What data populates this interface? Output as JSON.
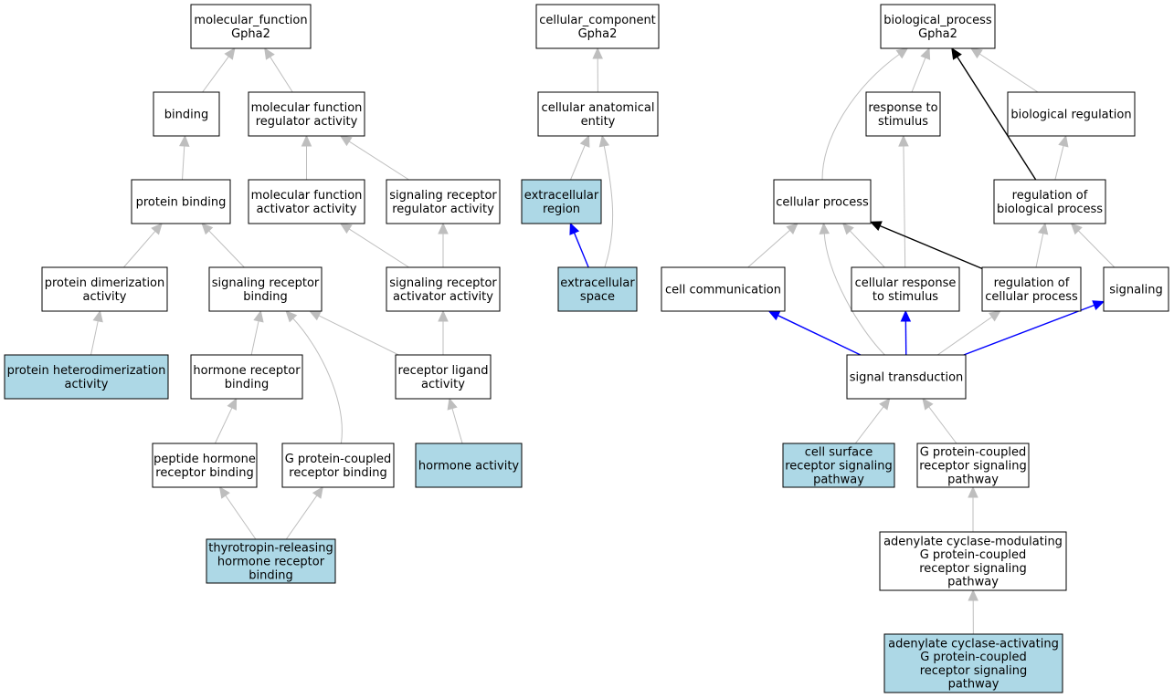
{
  "colors": {
    "background": "#ffffff",
    "node_default": "#ffffff",
    "node_annotated": "#add8e6",
    "edge_is_a": "#bebebe",
    "edge_part_of": "#0000ff",
    "edge_regulates": "#000000"
  },
  "nodes": {
    "mf_root": {
      "lines": [
        "molecular_function",
        "Gpha2"
      ],
      "annotated": false
    },
    "cc_root": {
      "lines": [
        "cellular_component",
        "Gpha2"
      ],
      "annotated": false
    },
    "bp_root": {
      "lines": [
        "biological_process",
        "Gpha2"
      ],
      "annotated": false
    },
    "binding": {
      "lines": [
        "binding"
      ],
      "annotated": false
    },
    "mf_regulator": {
      "lines": [
        "molecular function",
        "regulator activity"
      ],
      "annotated": false
    },
    "cell_anat": {
      "lines": [
        "cellular anatomical",
        "entity"
      ],
      "annotated": false
    },
    "resp_stim": {
      "lines": [
        "response to",
        "stimulus"
      ],
      "annotated": false
    },
    "bio_reg": {
      "lines": [
        "biological regulation"
      ],
      "annotated": false
    },
    "prot_binding": {
      "lines": [
        "protein binding"
      ],
      "annotated": false
    },
    "mf_activator": {
      "lines": [
        "molecular function",
        "activator activity"
      ],
      "annotated": false
    },
    "sig_rec_reg": {
      "lines": [
        "signaling receptor",
        "regulator activity"
      ],
      "annotated": false
    },
    "ec_region": {
      "lines": [
        "extracellular",
        "region"
      ],
      "annotated": true
    },
    "cell_proc": {
      "lines": [
        "cellular process"
      ],
      "annotated": false
    },
    "reg_bio": {
      "lines": [
        "regulation of",
        "biological process"
      ],
      "annotated": false
    },
    "prot_dimer": {
      "lines": [
        "protein dimerization",
        "activity"
      ],
      "annotated": false
    },
    "sig_rec_binding": {
      "lines": [
        "signaling receptor",
        "binding"
      ],
      "annotated": false
    },
    "sig_rec_act": {
      "lines": [
        "signaling receptor",
        "activator activity"
      ],
      "annotated": false
    },
    "ec_space": {
      "lines": [
        "extracellular",
        "space"
      ],
      "annotated": true
    },
    "cell_comm": {
      "lines": [
        "cell communication"
      ],
      "annotated": false
    },
    "cell_resp": {
      "lines": [
        "cellular response",
        "to stimulus"
      ],
      "annotated": false
    },
    "reg_cell": {
      "lines": [
        "regulation of",
        "cellular process"
      ],
      "annotated": false
    },
    "signaling": {
      "lines": [
        "signaling"
      ],
      "annotated": false
    },
    "prot_hetero": {
      "lines": [
        "protein heterodimerization",
        "activity"
      ],
      "annotated": true
    },
    "horm_rec_binding": {
      "lines": [
        "hormone receptor",
        "binding"
      ],
      "annotated": false
    },
    "rec_lig": {
      "lines": [
        "receptor ligand",
        "activity"
      ],
      "annotated": false
    },
    "sig_trans": {
      "lines": [
        "signal transduction"
      ],
      "annotated": false
    },
    "pep_horm": {
      "lines": [
        "peptide hormone",
        "receptor binding"
      ],
      "annotated": false
    },
    "gpcr_binding": {
      "lines": [
        "G protein-coupled",
        "receptor binding"
      ],
      "annotated": false
    },
    "horm_act": {
      "lines": [
        "hormone activity"
      ],
      "annotated": true
    },
    "cell_surf": {
      "lines": [
        "cell surface",
        "receptor signaling",
        "pathway"
      ],
      "annotated": true
    },
    "gpcr_path": {
      "lines": [
        "G protein-coupled",
        "receptor signaling",
        "pathway"
      ],
      "annotated": false
    },
    "trh_binding": {
      "lines": [
        "thyrotropin-releasing",
        "hormone receptor",
        "binding"
      ],
      "annotated": true
    },
    "adcy_mod": {
      "lines": [
        "adenylate cyclase-modulating",
        "G protein-coupled",
        "receptor signaling",
        "pathway"
      ],
      "annotated": false
    },
    "adcy_act": {
      "lines": [
        "adenylate cyclase-activating",
        "G protein-coupled",
        "receptor signaling",
        "pathway"
      ],
      "annotated": true
    }
  },
  "edges": [
    {
      "from": "binding",
      "to": "mf_root",
      "type": "is_a"
    },
    {
      "from": "mf_regulator",
      "to": "mf_root",
      "type": "is_a"
    },
    {
      "from": "prot_binding",
      "to": "binding",
      "type": "is_a"
    },
    {
      "from": "mf_activator",
      "to": "mf_regulator",
      "type": "is_a"
    },
    {
      "from": "sig_rec_reg",
      "to": "mf_regulator",
      "type": "is_a"
    },
    {
      "from": "prot_dimer",
      "to": "prot_binding",
      "type": "is_a"
    },
    {
      "from": "sig_rec_binding",
      "to": "prot_binding",
      "type": "is_a"
    },
    {
      "from": "sig_rec_act",
      "to": "mf_activator",
      "type": "is_a"
    },
    {
      "from": "sig_rec_act",
      "to": "sig_rec_reg",
      "type": "is_a"
    },
    {
      "from": "prot_hetero",
      "to": "prot_dimer",
      "type": "is_a"
    },
    {
      "from": "horm_rec_binding",
      "to": "sig_rec_binding",
      "type": "is_a"
    },
    {
      "from": "gpcr_binding",
      "to": "sig_rec_binding",
      "type": "is_a"
    },
    {
      "from": "rec_lig",
      "to": "sig_rec_binding",
      "type": "is_a"
    },
    {
      "from": "rec_lig",
      "to": "sig_rec_act",
      "type": "is_a"
    },
    {
      "from": "pep_horm",
      "to": "horm_rec_binding",
      "type": "is_a"
    },
    {
      "from": "horm_act",
      "to": "rec_lig",
      "type": "is_a"
    },
    {
      "from": "trh_binding",
      "to": "pep_horm",
      "type": "is_a"
    },
    {
      "from": "trh_binding",
      "to": "gpcr_binding",
      "type": "is_a"
    },
    {
      "from": "cell_anat",
      "to": "cc_root",
      "type": "is_a"
    },
    {
      "from": "ec_region",
      "to": "cell_anat",
      "type": "is_a"
    },
    {
      "from": "ec_space",
      "to": "cell_anat",
      "type": "is_a"
    },
    {
      "from": "ec_space",
      "to": "ec_region",
      "type": "part_of"
    },
    {
      "from": "cell_proc",
      "to": "bp_root",
      "type": "is_a"
    },
    {
      "from": "resp_stim",
      "to": "bp_root",
      "type": "is_a"
    },
    {
      "from": "bio_reg",
      "to": "bp_root",
      "type": "is_a"
    },
    {
      "from": "reg_bio",
      "to": "bp_root",
      "type": "regulates"
    },
    {
      "from": "reg_bio",
      "to": "bio_reg",
      "type": "is_a"
    },
    {
      "from": "cell_comm",
      "to": "cell_proc",
      "type": "is_a"
    },
    {
      "from": "cell_resp",
      "to": "cell_proc",
      "type": "is_a"
    },
    {
      "from": "cell_resp",
      "to": "resp_stim",
      "type": "is_a"
    },
    {
      "from": "reg_cell",
      "to": "cell_proc",
      "type": "regulates"
    },
    {
      "from": "reg_cell",
      "to": "reg_bio",
      "type": "is_a"
    },
    {
      "from": "signaling",
      "to": "reg_bio",
      "type": "is_a"
    },
    {
      "from": "sig_trans",
      "to": "cell_proc",
      "type": "is_a"
    },
    {
      "from": "sig_trans",
      "to": "cell_comm",
      "type": "part_of"
    },
    {
      "from": "sig_trans",
      "to": "cell_resp",
      "type": "part_of"
    },
    {
      "from": "sig_trans",
      "to": "reg_cell",
      "type": "is_a"
    },
    {
      "from": "sig_trans",
      "to": "signaling",
      "type": "part_of"
    },
    {
      "from": "cell_surf",
      "to": "sig_trans",
      "type": "is_a"
    },
    {
      "from": "gpcr_path",
      "to": "sig_trans",
      "type": "is_a"
    },
    {
      "from": "adcy_mod",
      "to": "gpcr_path",
      "type": "is_a"
    },
    {
      "from": "adcy_act",
      "to": "adcy_mod",
      "type": "is_a"
    }
  ]
}
